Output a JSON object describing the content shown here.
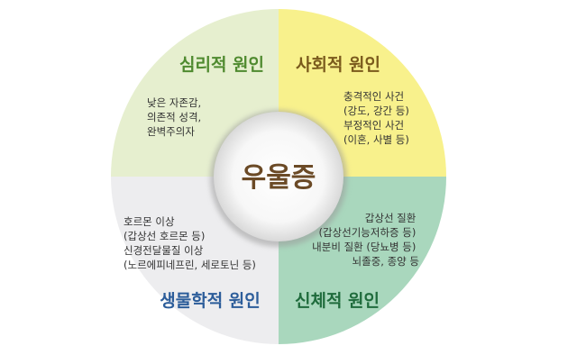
{
  "center": {
    "label": "우울증",
    "color": "#6b4a26"
  },
  "quadrants": {
    "psychological": {
      "title": "심리적 원인",
      "title_color": "#4f8a2f",
      "fill": "#e6efcf",
      "lines": [
        "낮은 자존감,",
        "의존적 성격,",
        "완벽주의자"
      ]
    },
    "social": {
      "title": "사회적 원인",
      "title_color": "#7a5a1c",
      "fill": "#f8f18c",
      "lines": [
        "충격적인 사건",
        "(강도, 강간 등)",
        "부정적인 사건",
        "(이혼, 사별 등)"
      ]
    },
    "biological": {
      "title": "생물학적 원인",
      "title_color": "#2c5d9a",
      "fill": "#ededef",
      "lines": [
        "호르몬 이상",
        "(갑상선 호르몬 등)",
        "신경전달물질 이상",
        "(노르에피네프린, 세로토닌 등)"
      ]
    },
    "physical": {
      "title": "신체적 원인",
      "title_color": "#1f6b3c",
      "fill": "#a9d7bd",
      "lines": [
        "갑상선 질환",
        "(갑상선기능저하증 등)",
        "내분비 질환 (당뇨병 등)",
        "뇌졸중, 종양 등"
      ]
    }
  }
}
